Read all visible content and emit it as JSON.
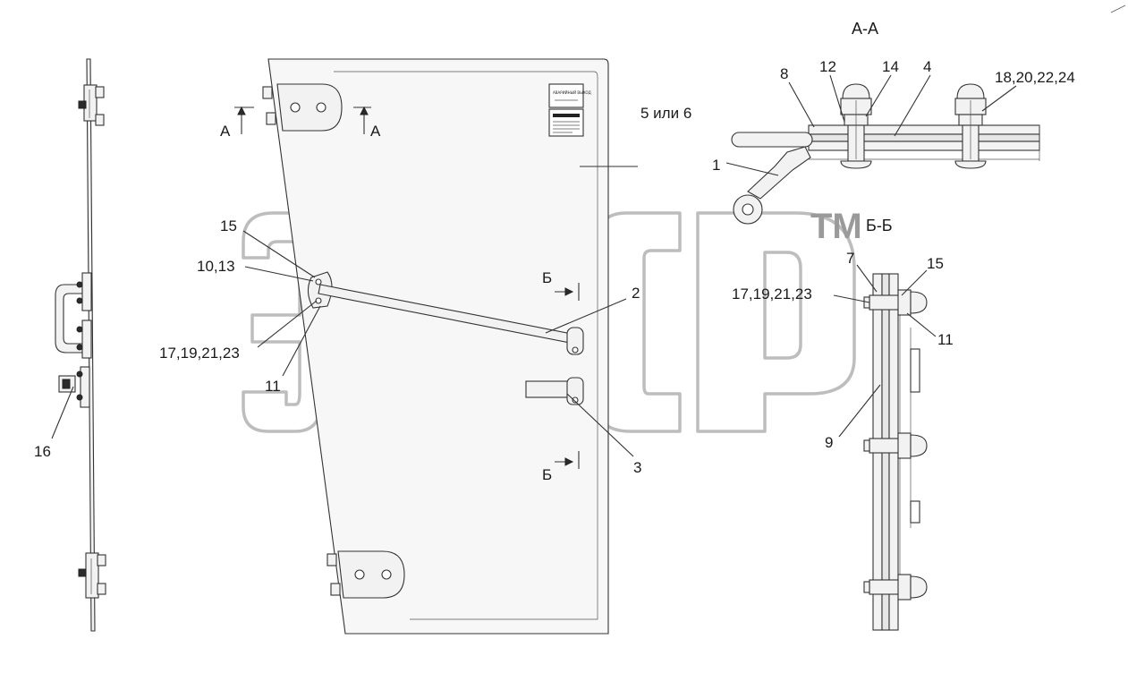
{
  "sections": {
    "a_a": "А-А",
    "b_b": "Б-Б"
  },
  "cut_marks": {
    "a_left": "А",
    "a_right": "А",
    "b_top": "Б",
    "b_bottom": "Б"
  },
  "callouts": {
    "c16": "16",
    "c15": "15",
    "c10_13": "10,13",
    "c17_19_21_23": "17,19,21,23",
    "c11": "11",
    "c5_6": "5 или 6",
    "c2": "2",
    "c3": "3",
    "c8": "8",
    "c12": "12",
    "c14": "14",
    "c4": "4",
    "c18_20_22_24": "18,20,22,24",
    "c1": "1",
    "bb_c7": "7",
    "bb_c15": "15",
    "bb_c17_19_21_23": "17,19,21,23",
    "bb_c11": "11",
    "bb_c9": "9"
  },
  "watermark": {
    "brand": "эпср",
    "tm": "ТМ"
  },
  "plates": {
    "top_plate": "АВАРИЙНЫЙ ВЫХОД"
  }
}
